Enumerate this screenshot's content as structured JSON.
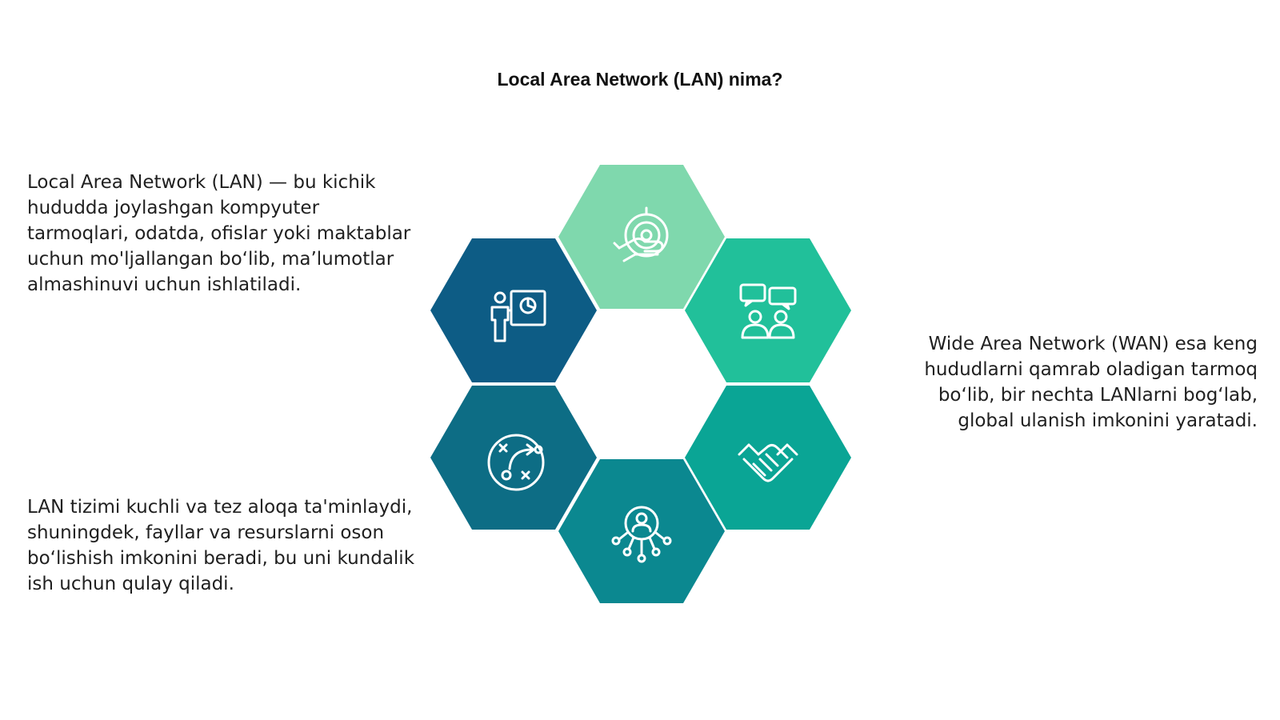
{
  "title": "Local Area Network (LAN) nima?",
  "paragraphs": {
    "left_top": "Local Area Network (LAN) — bu kichik hududda joylashgan kompyuter tarmoqlari, odatda, ofislar yoki maktablar uchun mo'ljallangan bo‘lib, ma’lumotlar almashinuvi uchun ishlatiladi.",
    "left_bottom": "LAN tizimi kuchli va tez aloqa ta'minlaydi, shuningdek, fayllar va resurslarni oson bo‘lishish imkonini beradi, bu uni kundalik ish uchun qulay qiladi.",
    "right": "Wide Area Network (WAN) esa keng hududlarni qamrab oladigan tarmoq bo‘lib, bir nechta LANlarni bog‘lab, global ulanish imkonini yaratadi."
  },
  "hexagons": [
    {
      "icon": "target-hand-icon",
      "color": "#7fd8ad"
    },
    {
      "icon": "chat-people-icon",
      "color": "#21c09a"
    },
    {
      "icon": "handshake-icon",
      "color": "#0aa595"
    },
    {
      "icon": "user-network-icon",
      "color": "#0b8890"
    },
    {
      "icon": "strategy-icon",
      "color": "#0d6d85"
    },
    {
      "icon": "presentation-icon",
      "color": "#0d5c85"
    }
  ]
}
